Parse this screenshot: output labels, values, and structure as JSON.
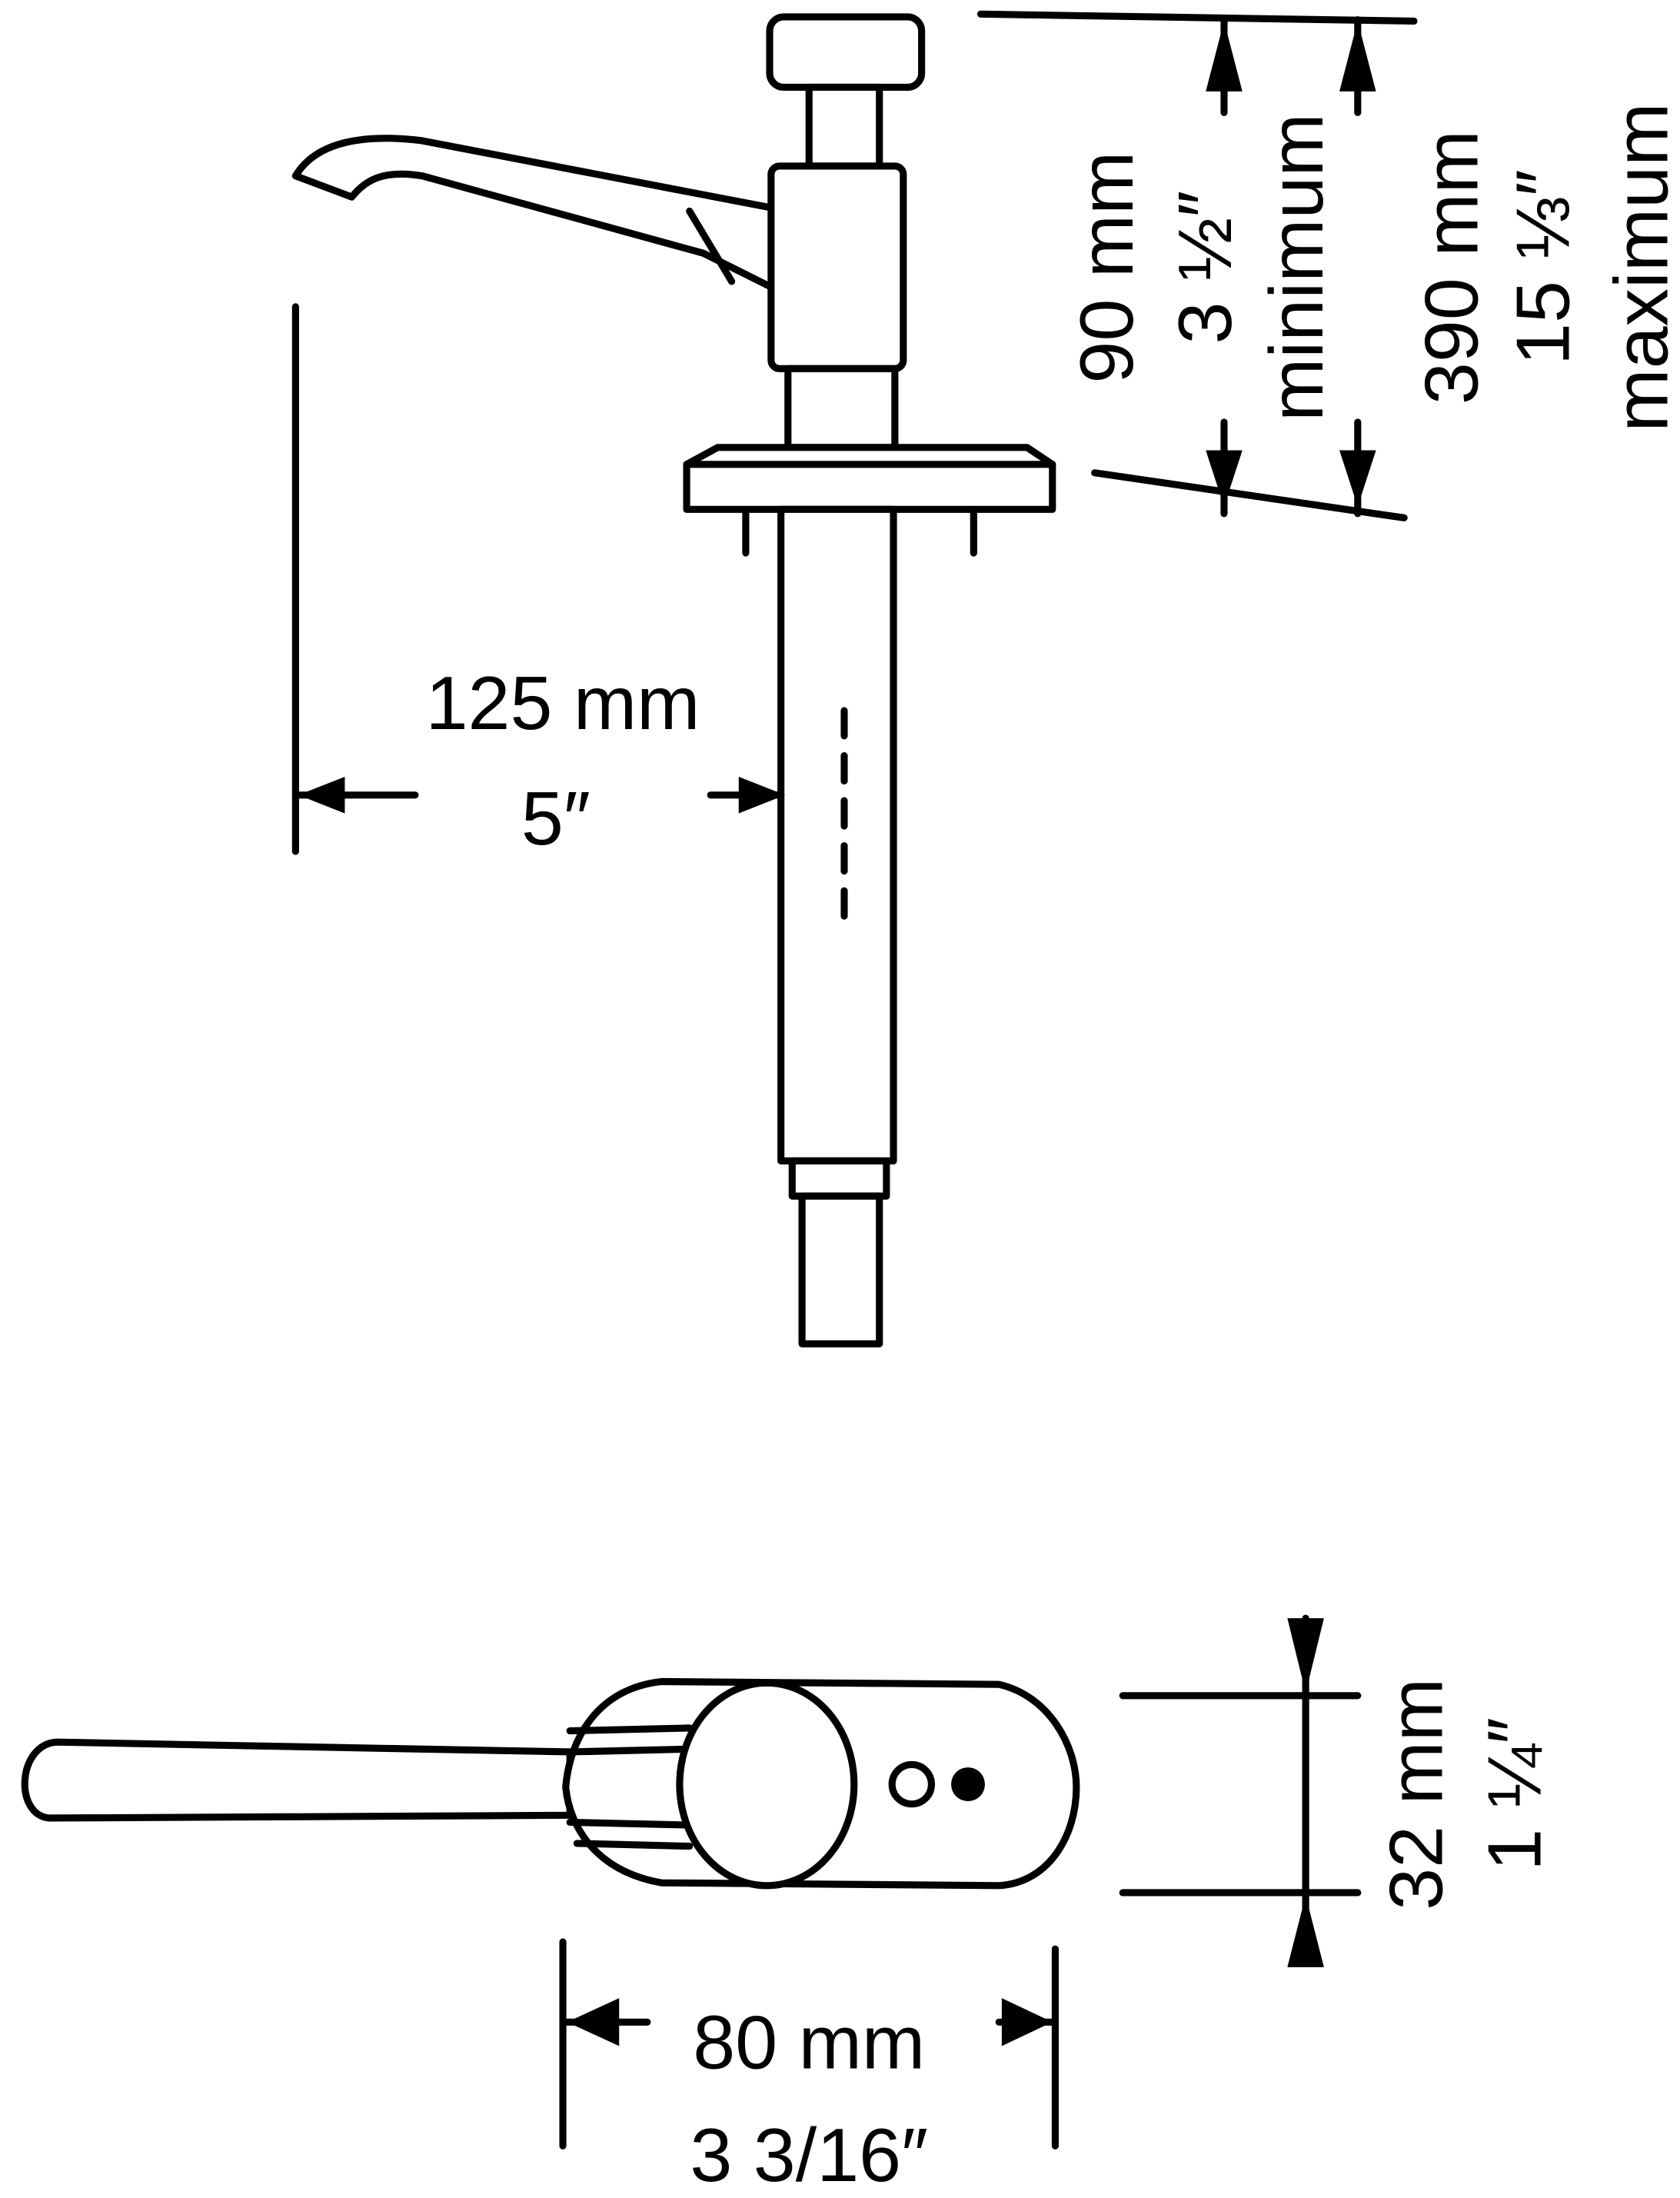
{
  "title": "Pump dimension drawing",
  "side_view": {
    "reach": {
      "mm": "125 mm",
      "inch": "5″"
    },
    "min_height": {
      "mm": "90 mm",
      "inch": "3 ½″",
      "label": "minimum"
    },
    "max_height": {
      "mm": "390 mm",
      "inch": "15 ⅓″",
      "label": "maximum"
    }
  },
  "top_view": {
    "width": {
      "mm": "32 mm",
      "inch": "1 ¼″"
    },
    "length": {
      "mm": "80 mm",
      "inch": "3 3/16″"
    }
  },
  "colors": {
    "line": "#000000",
    "background": "#ffffff"
  }
}
